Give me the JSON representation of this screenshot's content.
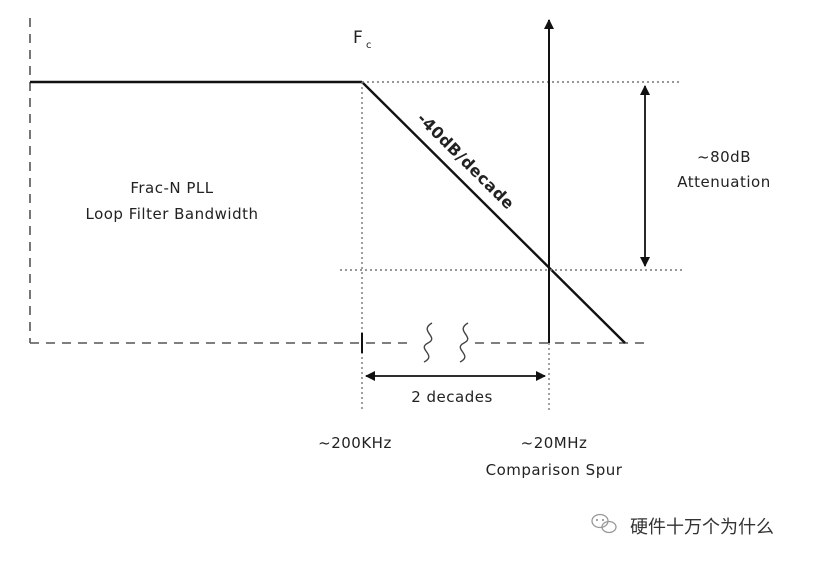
{
  "diagram": {
    "fc_label": "F",
    "fc_subscript": "c",
    "bandwidth_line1": "Frac-N PLL",
    "bandwidth_line2": "Loop Filter Bandwidth",
    "slope_label": "-40dB/decade",
    "attenuation_line1": "~80dB",
    "attenuation_line2": "Attenuation",
    "decades_label": "2 decades",
    "freq_left": "~200KHz",
    "freq_right_line1": "~20MHz",
    "freq_right_line2": "Comparison Spur"
  },
  "watermark": {
    "text": "硬件十万个为什么",
    "icon": "wechat-icon"
  },
  "colors": {
    "line": "#111111",
    "dotted": "#777777",
    "dashed": "#666666"
  }
}
